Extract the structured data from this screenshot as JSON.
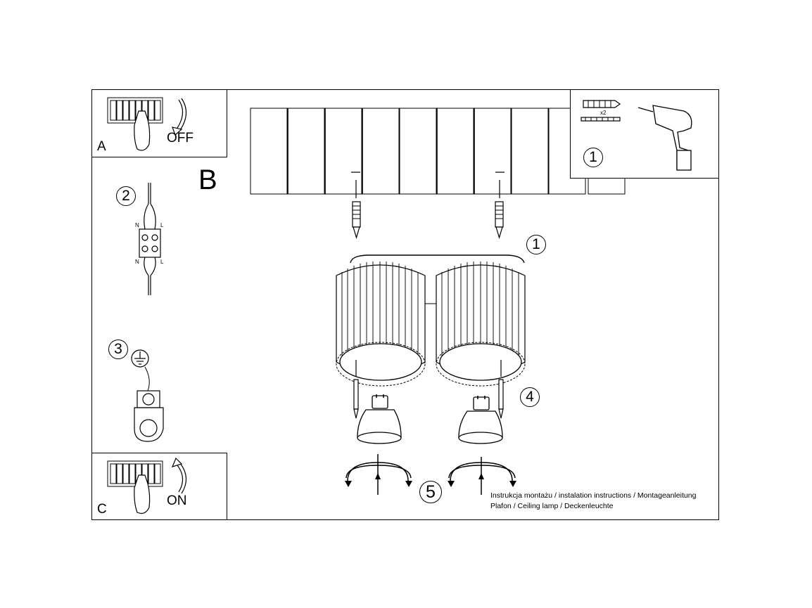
{
  "steps": {
    "a_label": "A",
    "a_state": "OFF",
    "b_label": "B",
    "c_label": "C",
    "c_state": "ON",
    "step1_box": "1",
    "step1_main": "1",
    "step2": "2",
    "step3": "3",
    "step4": "4",
    "step5": "5"
  },
  "wiring": {
    "n_top": "N",
    "l_top": "L",
    "n_bottom": "N",
    "l_bottom": "L"
  },
  "tools": {
    "quantity": "x2"
  },
  "footer": {
    "line1": "Instrukcja montażu / instalation instructions / Montageanleitung",
    "line2": "Plafon / Ceiling lamp / Deckenleuchte"
  }
}
